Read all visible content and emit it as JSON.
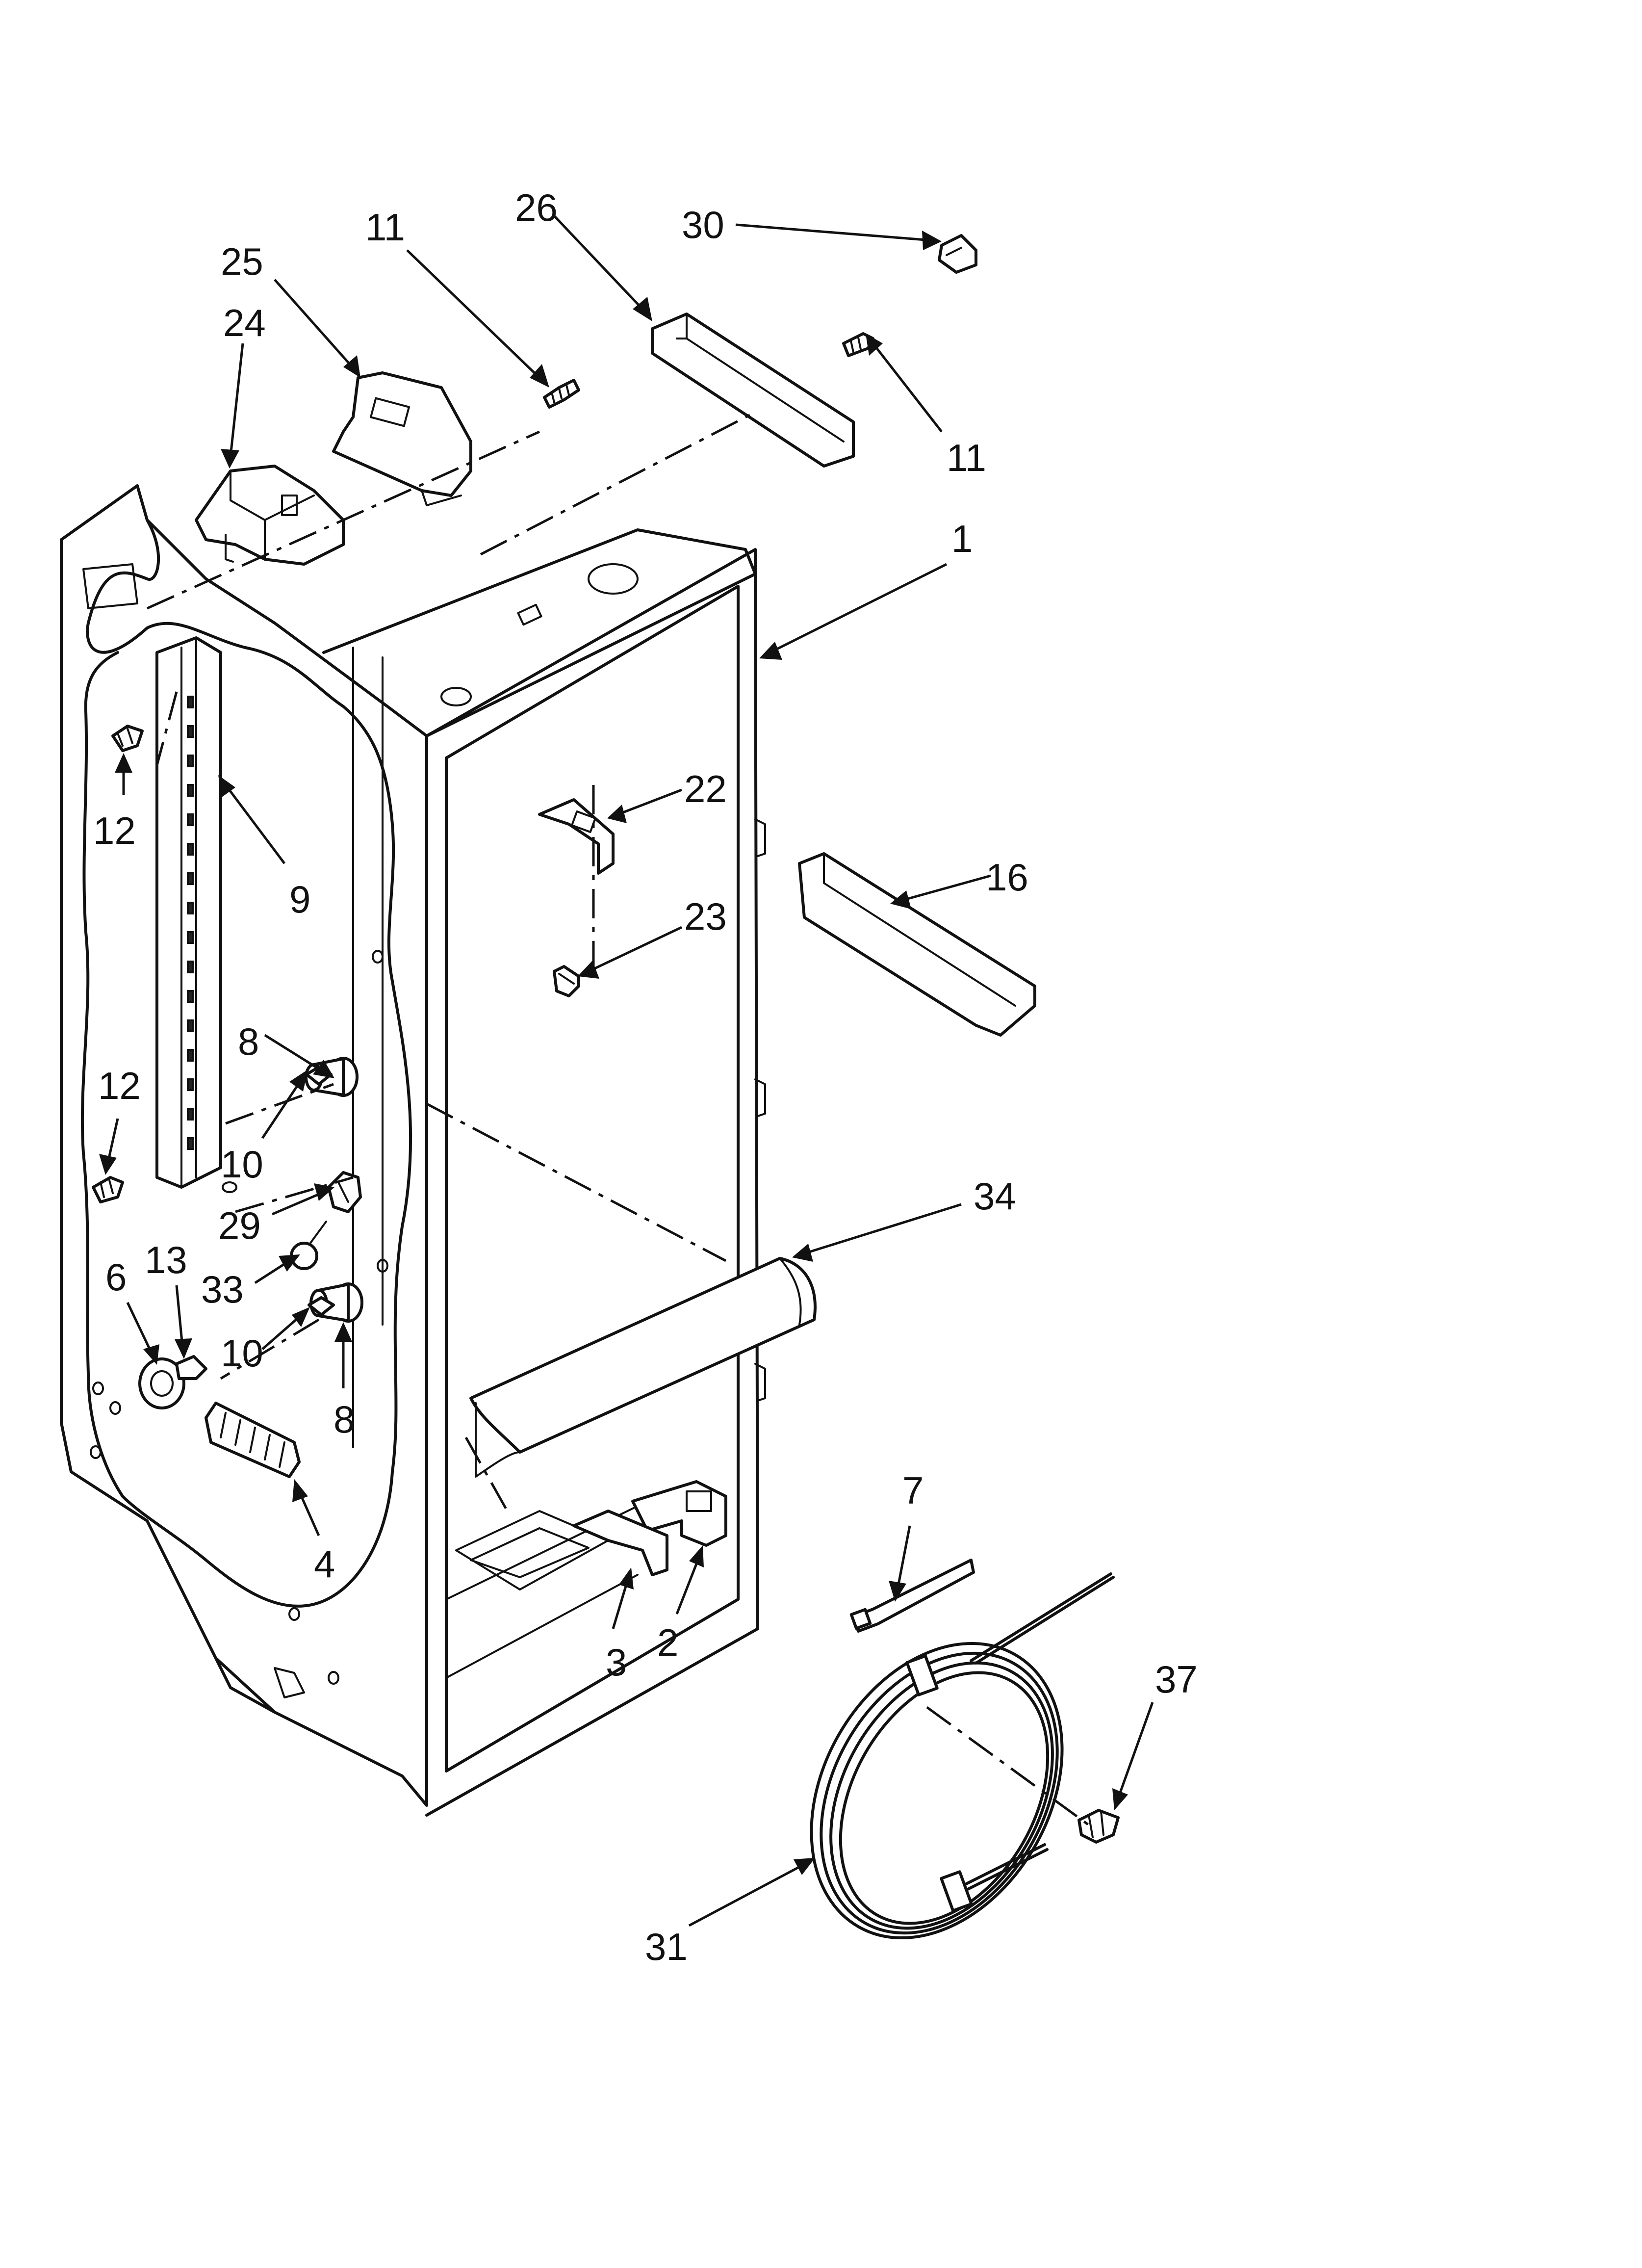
{
  "colors": {
    "background": "#ffffff",
    "line": "#111111"
  },
  "callouts": [
    {
      "label": "1",
      "part": "cabinet-liner"
    },
    {
      "label": "2",
      "part": "bracket"
    },
    {
      "label": "3",
      "part": "bracket"
    },
    {
      "label": "4",
      "part": "vent-grille"
    },
    {
      "label": "6",
      "part": "roller-wheel"
    },
    {
      "label": "7",
      "part": "cable-tie"
    },
    {
      "label": "8",
      "part": "shelf-stud"
    },
    {
      "label": "8",
      "part": "shelf-stud"
    },
    {
      "label": "9",
      "part": "shelf-ladder-rail"
    },
    {
      "label": "10",
      "part": "screw"
    },
    {
      "label": "10",
      "part": "screw"
    },
    {
      "label": "11",
      "part": "screw"
    },
    {
      "label": "11",
      "part": "screw"
    },
    {
      "label": "12",
      "part": "screw"
    },
    {
      "label": "12",
      "part": "screw"
    },
    {
      "label": "13",
      "part": "nut"
    },
    {
      "label": "16",
      "part": "channel"
    },
    {
      "label": "22",
      "part": "clip"
    },
    {
      "label": "23",
      "part": "screw"
    },
    {
      "label": "24",
      "part": "housing"
    },
    {
      "label": "25",
      "part": "cover"
    },
    {
      "label": "26",
      "part": "top-rail"
    },
    {
      "label": "29",
      "part": "socket"
    },
    {
      "label": "30",
      "part": "clip"
    },
    {
      "label": "31",
      "part": "wire-harness"
    },
    {
      "label": "33",
      "part": "light-bulb"
    },
    {
      "label": "34",
      "part": "shroud"
    },
    {
      "label": "37",
      "part": "screw"
    }
  ]
}
